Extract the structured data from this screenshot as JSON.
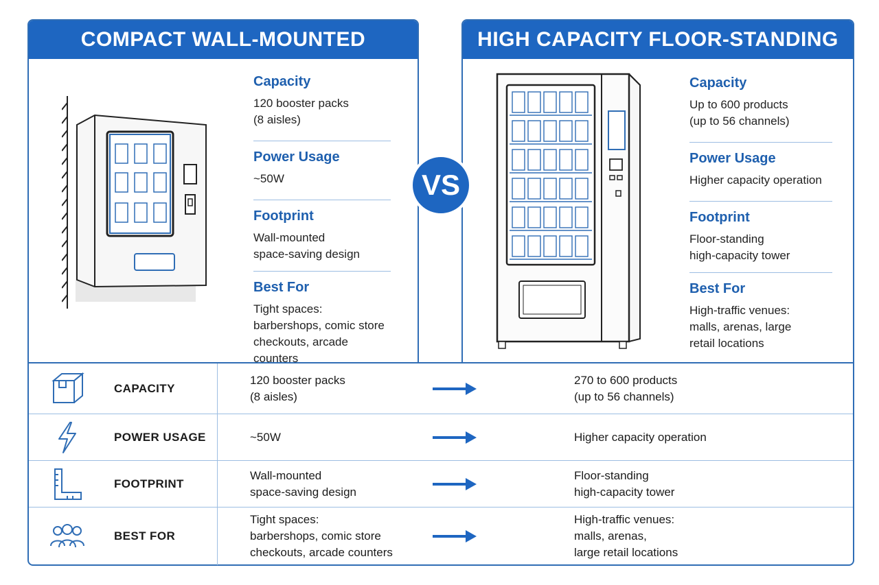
{
  "left": {
    "title": "COMPACT WALL-MOUNTED",
    "specs": [
      {
        "title": "Capacity",
        "value": "120 booster packs\n(8 aisles)"
      },
      {
        "title": "Power Usage",
        "value": "~50W"
      },
      {
        "title": "Footprint",
        "value": "Wall-mounted\nspace-saving design"
      },
      {
        "title": "Best For",
        "value": "Tight spaces:\nbarbershops, comic store\ncheckouts, arcade\ncounters"
      }
    ]
  },
  "right": {
    "title": "HIGH CAPACITY FLOOR-STANDING",
    "specs": [
      {
        "title": "Capacity",
        "value": "Up to 600 products\n(up to 56 channels)"
      },
      {
        "title": "Power Usage",
        "value": "Higher capacity operation"
      },
      {
        "title": "Footprint",
        "value": "Floor-standing\nhigh-capacity tower"
      },
      {
        "title": "Best For",
        "value": "High-traffic venues:\nmalls, arenas, large\nretail locations"
      }
    ]
  },
  "vs": "VS",
  "comparison": [
    {
      "icon": "box-icon",
      "label": "CAPACITY",
      "compact": "120 booster packs\n(8 aisles)",
      "high": "270 to 600 products\n(up to 56 channels)"
    },
    {
      "icon": "lightning-icon",
      "label": "POWER USAGE",
      "compact": "~50W",
      "high": "Higher capacity operation"
    },
    {
      "icon": "ruler-icon",
      "label": "FOOTPRINT",
      "compact": "Wall-mounted\nspace-saving design",
      "high": "Floor-standing\nhigh-capacity tower"
    },
    {
      "icon": "people-icon",
      "label": "BEST FOR",
      "compact": "Tight spaces:\nbarbershops, comic store\ncheckouts, arcade counters",
      "high": "High-traffic venues:\nmalls, arenas,\nlarge retail locations"
    }
  ],
  "colors": {
    "accent": "#1e66c1",
    "divider": "#9cbde2"
  }
}
